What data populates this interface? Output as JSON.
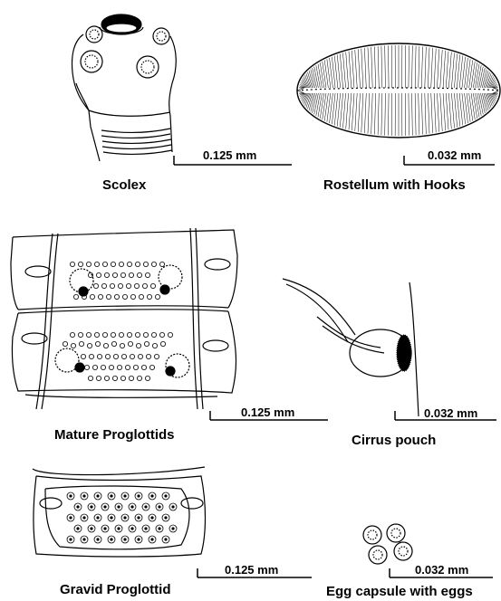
{
  "panels": {
    "scolex": {
      "label": "Scolex",
      "scale": "0.125 mm"
    },
    "rostellum": {
      "label": "Rostellum with Hooks",
      "scale": "0.032 mm"
    },
    "mature": {
      "label": "Mature Proglottids",
      "scale": "0.125 mm"
    },
    "cirrus": {
      "label": "Cirrus pouch",
      "scale": "0.032 mm"
    },
    "gravid": {
      "label": "Gravid Proglottid",
      "scale": "0.125 mm"
    },
    "egg_capsule": {
      "label": "Egg capsule with eggs",
      "scale": "0.032 mm"
    }
  }
}
